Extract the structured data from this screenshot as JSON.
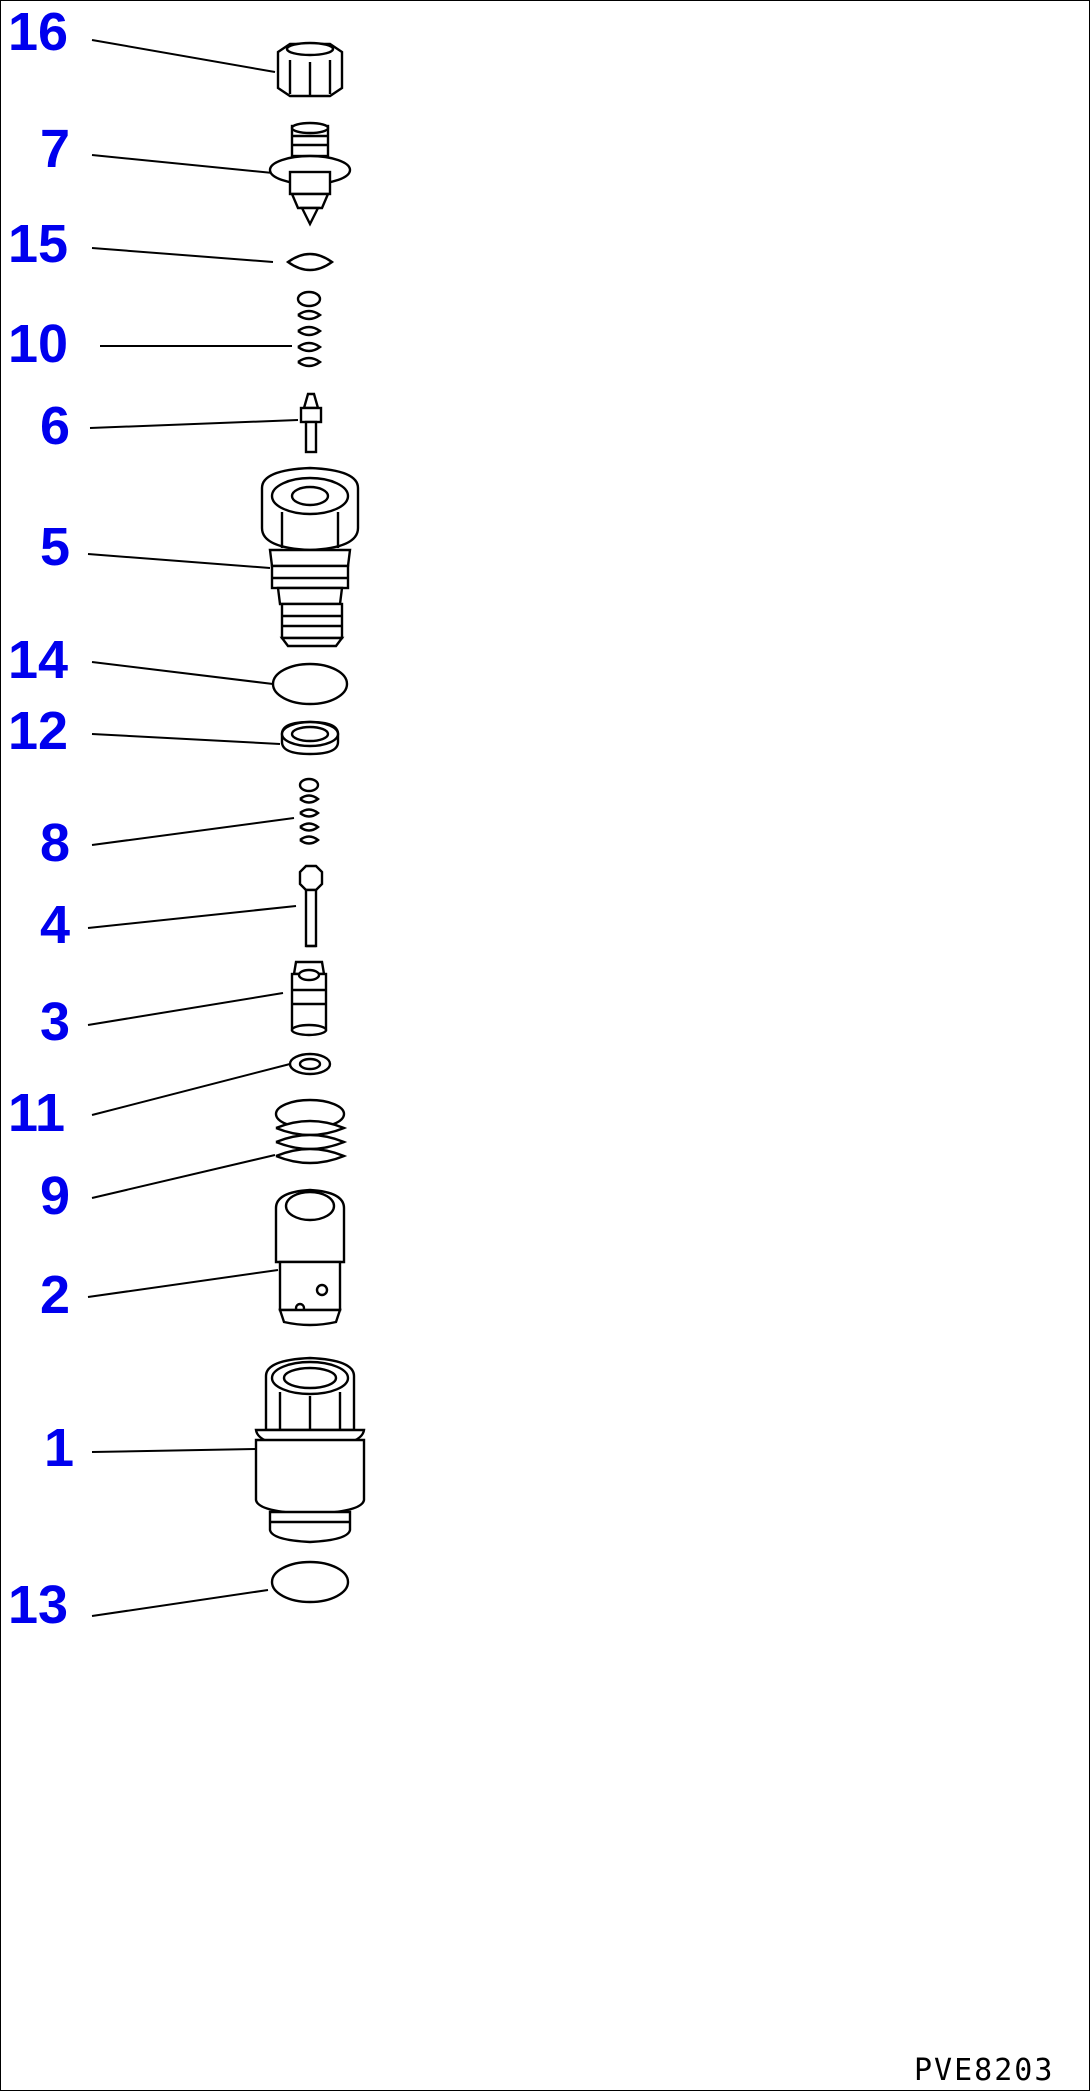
{
  "drawing_code": "PVE8203",
  "callouts": [
    {
      "number": "16",
      "part": "nut"
    },
    {
      "number": "7",
      "part": "adjusting-screw"
    },
    {
      "number": "15",
      "part": "o-ring-small"
    },
    {
      "number": "10",
      "part": "spring-upper"
    },
    {
      "number": "6",
      "part": "pilot-poppet"
    },
    {
      "number": "5",
      "part": "valve-body"
    },
    {
      "number": "14",
      "part": "o-ring"
    },
    {
      "number": "12",
      "part": "backup-ring"
    },
    {
      "number": "8",
      "part": "spring-middle"
    },
    {
      "number": "4",
      "part": "pin"
    },
    {
      "number": "3",
      "part": "piston"
    },
    {
      "number": "11",
      "part": "seal-ring"
    },
    {
      "number": "9",
      "part": "spring-large"
    },
    {
      "number": "2",
      "part": "main-poppet"
    },
    {
      "number": "1",
      "part": "sleeve"
    },
    {
      "number": "13",
      "part": "o-ring-bottom"
    }
  ]
}
